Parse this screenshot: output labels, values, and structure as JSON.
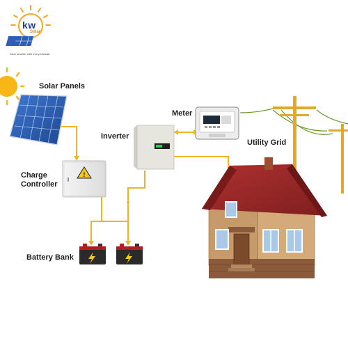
{
  "brand": {
    "name": "kw",
    "sub": "Solar",
    "tagline": "Save smarter with every kilowatt"
  },
  "labels": {
    "solar_panels": "Solar Panels",
    "meter": "Meter",
    "inverter": "Inverter",
    "utility_grid": "Utility Grid",
    "charge_controller_line1": "Charge",
    "charge_controller_line2": "Controller",
    "battery_bank": "Battery Bank"
  },
  "colors": {
    "flow_line": "#f0b429",
    "grid_wire": "#6f9a2e",
    "pole": "#e0a92a",
    "roof": "#9c2727",
    "wall": "#c79a6a",
    "sun": "#f8b617",
    "panel": "#2f5fb5",
    "brand_blue": "#1f3f8f",
    "brand_orange": "#e8861c"
  },
  "icons": [
    "sun-icon",
    "solar-panel-icon",
    "charge-controller-icon",
    "battery-icon",
    "inverter-icon",
    "meter-icon",
    "utility-pole-icon",
    "house-icon",
    "logo-icon"
  ]
}
